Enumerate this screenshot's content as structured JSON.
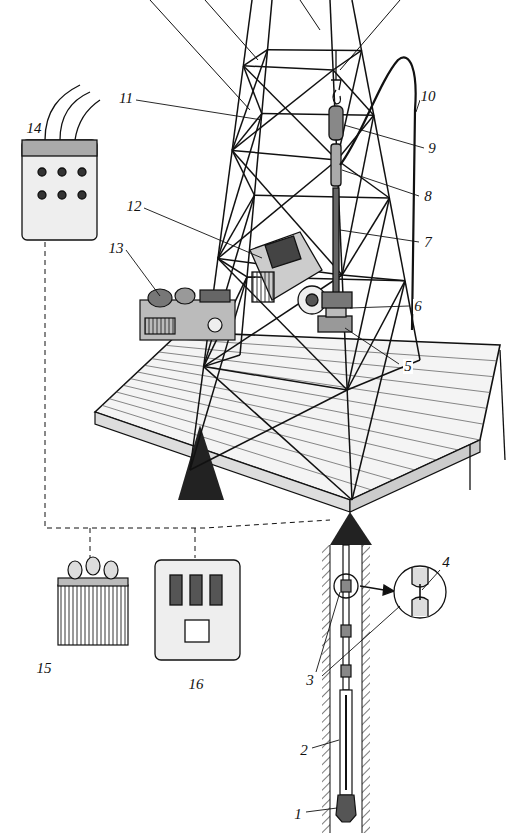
{
  "diagram": {
    "labels": [
      "11",
      "10",
      "9",
      "8",
      "7",
      "12",
      "6",
      "13",
      "5",
      "14",
      "15",
      "16",
      "4",
      "3",
      "2",
      "1"
    ]
  }
}
